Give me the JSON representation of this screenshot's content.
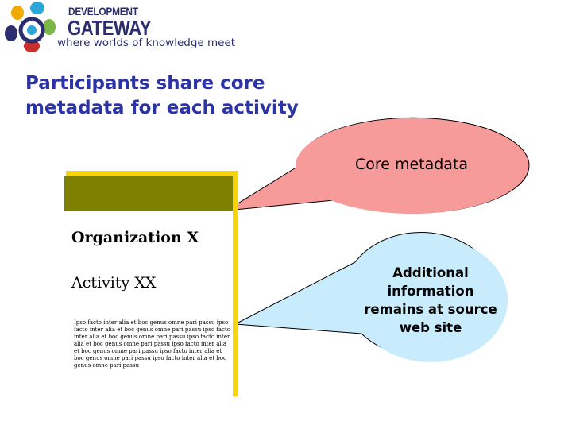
{
  "logo": {
    "line1": "DEVELOPMENT",
    "line2": "GATEWAY",
    "tagline": "where worlds of knowledge meet",
    "colors": [
      "#2b2d6e",
      "#f2a900",
      "#2aa7d8",
      "#7ab648",
      "#c9302c"
    ]
  },
  "slide": {
    "title": "Participants share core metadata for each activity"
  },
  "document": {
    "organization": "Organization X",
    "activity": "Activity XX",
    "filler_text": "Ipso facto inter alia et boc genus omne pari passu ipso facto inter alia et boc genus omne pari passu ipso facto inter alia et boc genus omne pari passu ipso facto inter alia et boc genus omne pari passu ipso facto inter alia et boc genus omne pari passu ipso facto inter alia et boc genus omne pari passu ipso facto inter alia et boc genus omne pari passu"
  },
  "callouts": {
    "core": {
      "label": "Core metadata",
      "fill": "#f79a9a"
    },
    "additional": {
      "label": "Additional information remains at source web site",
      "fill": "#c8ecfb"
    }
  },
  "colors": {
    "title": "#2b33a6",
    "doc_border": "#f6d410",
    "doc_bar": "#808000"
  }
}
